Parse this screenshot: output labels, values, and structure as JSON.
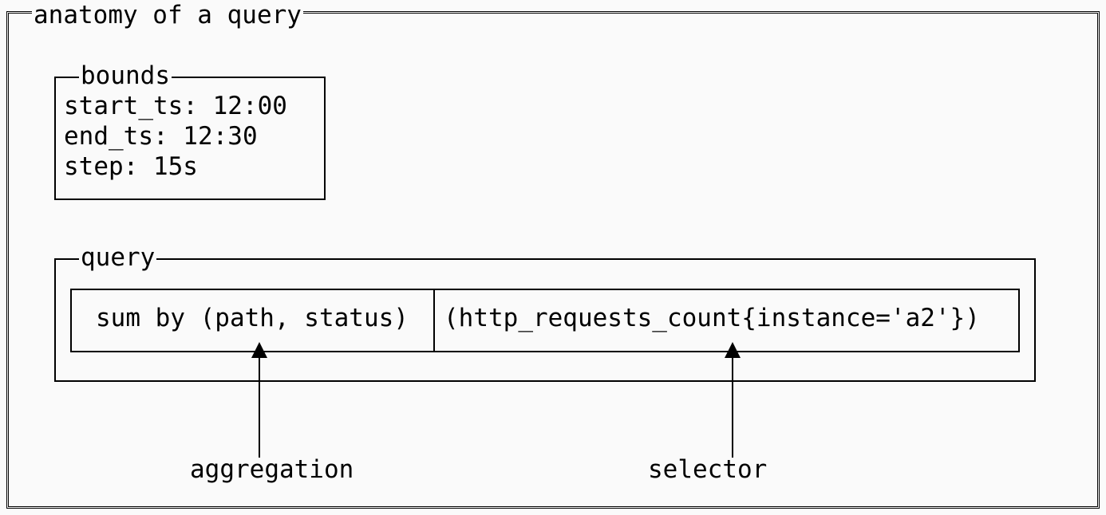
{
  "diagram": {
    "title": "anatomy of a query",
    "bounds": {
      "title": "bounds",
      "lines": [
        "start_ts: 12:00",
        "end_ts: 12:30",
        "step: 15s"
      ]
    },
    "query": {
      "title": "query",
      "aggregation_expr": "sum by (path, status)",
      "selector_expr": "(http_requests_count{instance='a2'})"
    },
    "annotations": {
      "aggregation": "aggregation",
      "selector": "selector"
    }
  }
}
